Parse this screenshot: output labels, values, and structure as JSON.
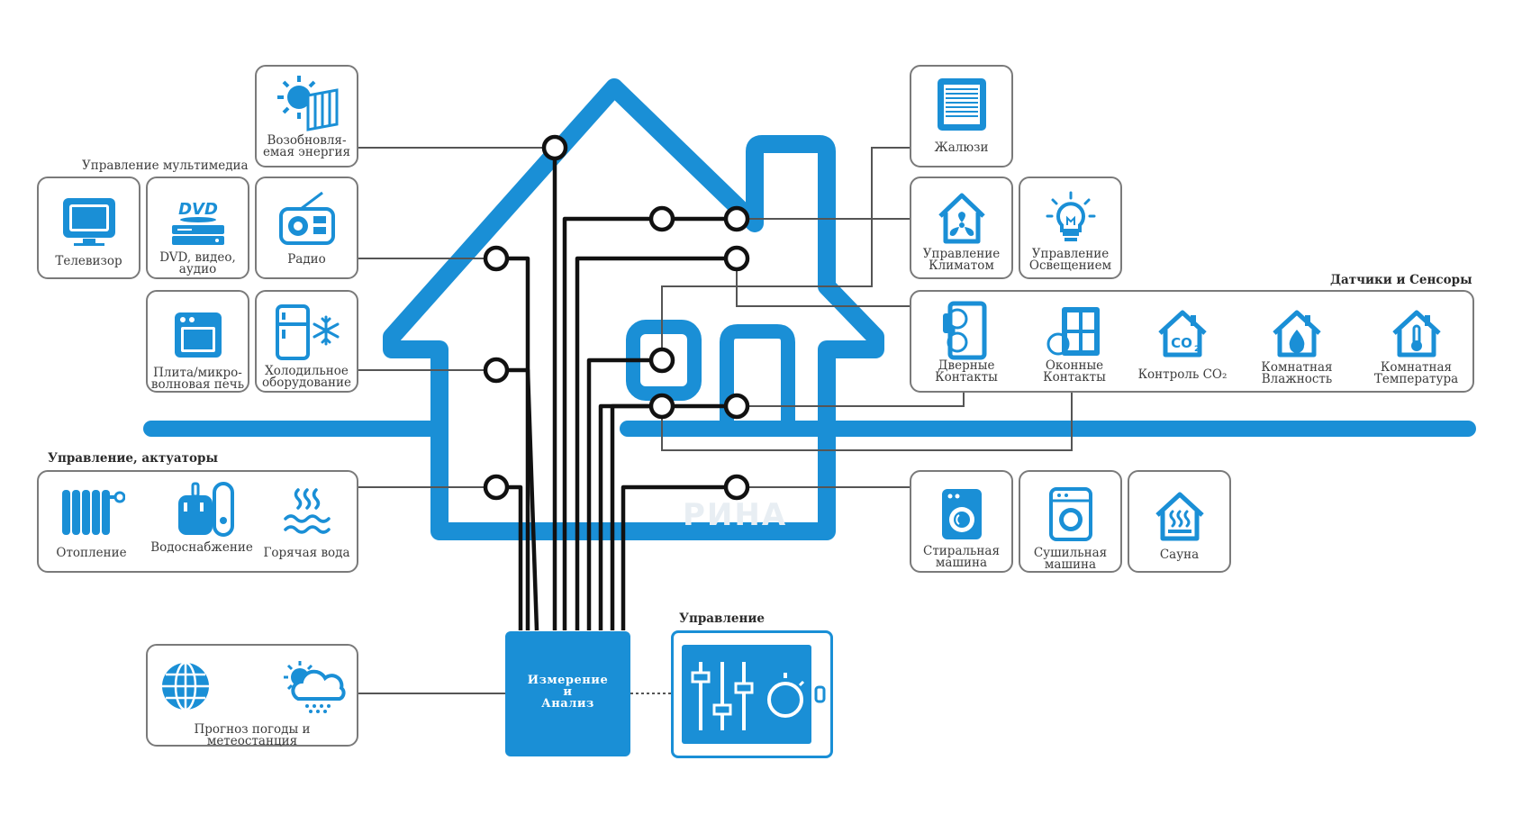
{
  "colors": {
    "accent": "#1a8fd6",
    "wire": "#111111",
    "line": "#555555",
    "border": "#7a7a7a"
  },
  "headers": {
    "multimedia": "Управление мультимедиа",
    "actuators": "Управление, актуаторы",
    "sensors": "Датчики и Сенсоры",
    "control": "Управление"
  },
  "watermark": "РИНА",
  "hub": {
    "label": "Измерение\nи\nАнализ"
  },
  "tiles": {
    "renewable": {
      "label": "Возобновля-\nемая энергия",
      "icon": "sun-solar-panel-icon"
    },
    "tv": {
      "label": "Телевизор",
      "icon": "tv-icon"
    },
    "dvd": {
      "label": "DVD, видео,\nаудио",
      "icon": "dvd-icon"
    },
    "radio": {
      "label": "Радио",
      "icon": "radio-icon"
    },
    "stove": {
      "label": "Плита/микро-\nволновая печь",
      "icon": "oven-icon"
    },
    "fridge": {
      "label": "Холодильное\nоборудование",
      "icon": "fridge-icon"
    },
    "heating": {
      "label": "Отопление",
      "icon": "radiator-icon"
    },
    "water": {
      "label": "Водоснабжение",
      "icon": "boiler-icon"
    },
    "hotwater": {
      "label": "Горячая вода",
      "icon": "hot-water-icon"
    },
    "weather": {
      "label": "Прогноз погоды и метеостанция",
      "icon": "globe-icon"
    },
    "blinds": {
      "label": "Жалюзи",
      "icon": "blinds-icon"
    },
    "climate": {
      "label": "Управление\nКлиматом",
      "icon": "house-fan-icon"
    },
    "lighting": {
      "label": "Управление\nОсвещением",
      "icon": "light-bulb-icon"
    },
    "door": {
      "label": "Дверные\nКонтакты",
      "icon": "door-contact-icon"
    },
    "window": {
      "label": "Оконные\nКонтакты",
      "icon": "window-contact-icon"
    },
    "co2": {
      "label": "Контроль CO₂",
      "icon": "house-co2-icon"
    },
    "humidity": {
      "label": "Комнатная\nВлажность",
      "icon": "house-drop-icon"
    },
    "temperature": {
      "label": "Комнатная\nТемпература",
      "icon": "house-thermometer-icon"
    },
    "washer": {
      "label": "Стиральная\nмашина",
      "icon": "washing-machine-icon"
    },
    "dryer": {
      "label": "Сушильная\nмашина",
      "icon": "dryer-icon"
    },
    "sauna": {
      "label": "Сауна",
      "icon": "house-steam-icon"
    }
  }
}
